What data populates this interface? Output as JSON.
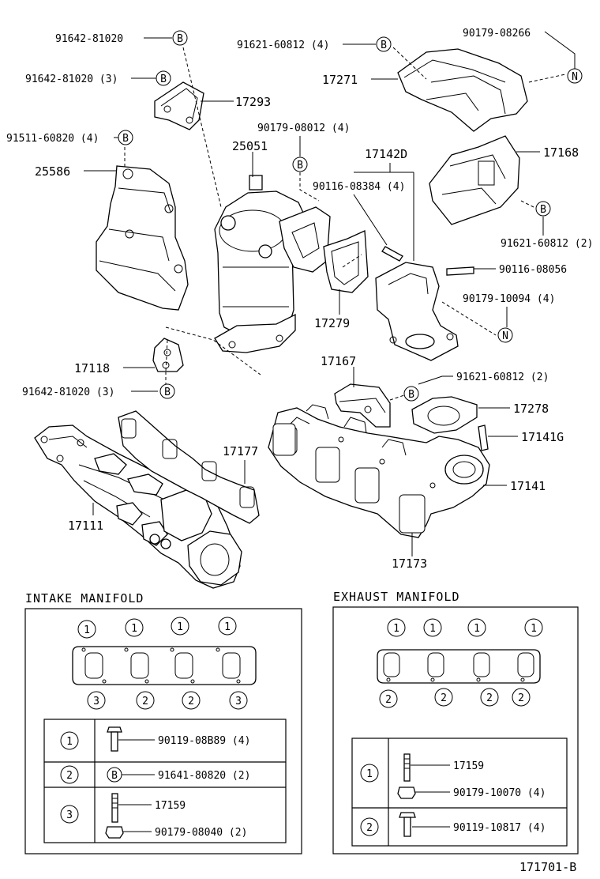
{
  "callouts": {
    "c1": "91642-81020",
    "c2": "91642-81020 (3)",
    "c3": "17293",
    "c4": "91511-60820 (4)",
    "c5": "25586",
    "c6": "25051",
    "c7": "90179-08012 (4)",
    "c8": "91621-60812 (4)",
    "c9": "17271",
    "c10": "90179-08266",
    "c11": "17168",
    "c12": "91621-60812 (2)",
    "c13": "17142D",
    "c14": "90116-08384 (4)",
    "c15": "90116-08056",
    "c16": "90179-10094 (4)",
    "c17": "17279",
    "c18": "17118",
    "c19": "91642-81020 (3)",
    "c20": "17167",
    "c21": "91621-60812 (2)",
    "c22": "17278",
    "c23": "17141G",
    "c24": "17141",
    "c25": "17177",
    "c26": "17111",
    "c27": "17173"
  },
  "markers": {
    "b": "B",
    "n": "N"
  },
  "intake": {
    "title": "INTAKE MANIFOLD",
    "top_marks": [
      "1",
      "1",
      "1",
      "1"
    ],
    "bottom_marks": [
      "3",
      "2",
      "2",
      "3"
    ],
    "rows": [
      {
        "key": "1",
        "part": "90119-08B89 (4)"
      },
      {
        "key": "2",
        "part": "91641-80820 (2)"
      },
      {
        "key": "3",
        "part_a": "17159",
        "part_b": "90179-08040 (2)"
      }
    ]
  },
  "exhaust": {
    "title": "EXHAUST MANIFOLD",
    "top_marks": [
      "1",
      "1",
      "1",
      "1"
    ],
    "bottom_marks": [
      "2",
      "2",
      "2",
      "2"
    ],
    "rows": [
      {
        "key": "1",
        "part_a": "17159",
        "part_b": "90179-10070 (4)"
      },
      {
        "key": "2",
        "part": "90119-10817 (4)"
      }
    ]
  },
  "figure_code": "171701-B"
}
